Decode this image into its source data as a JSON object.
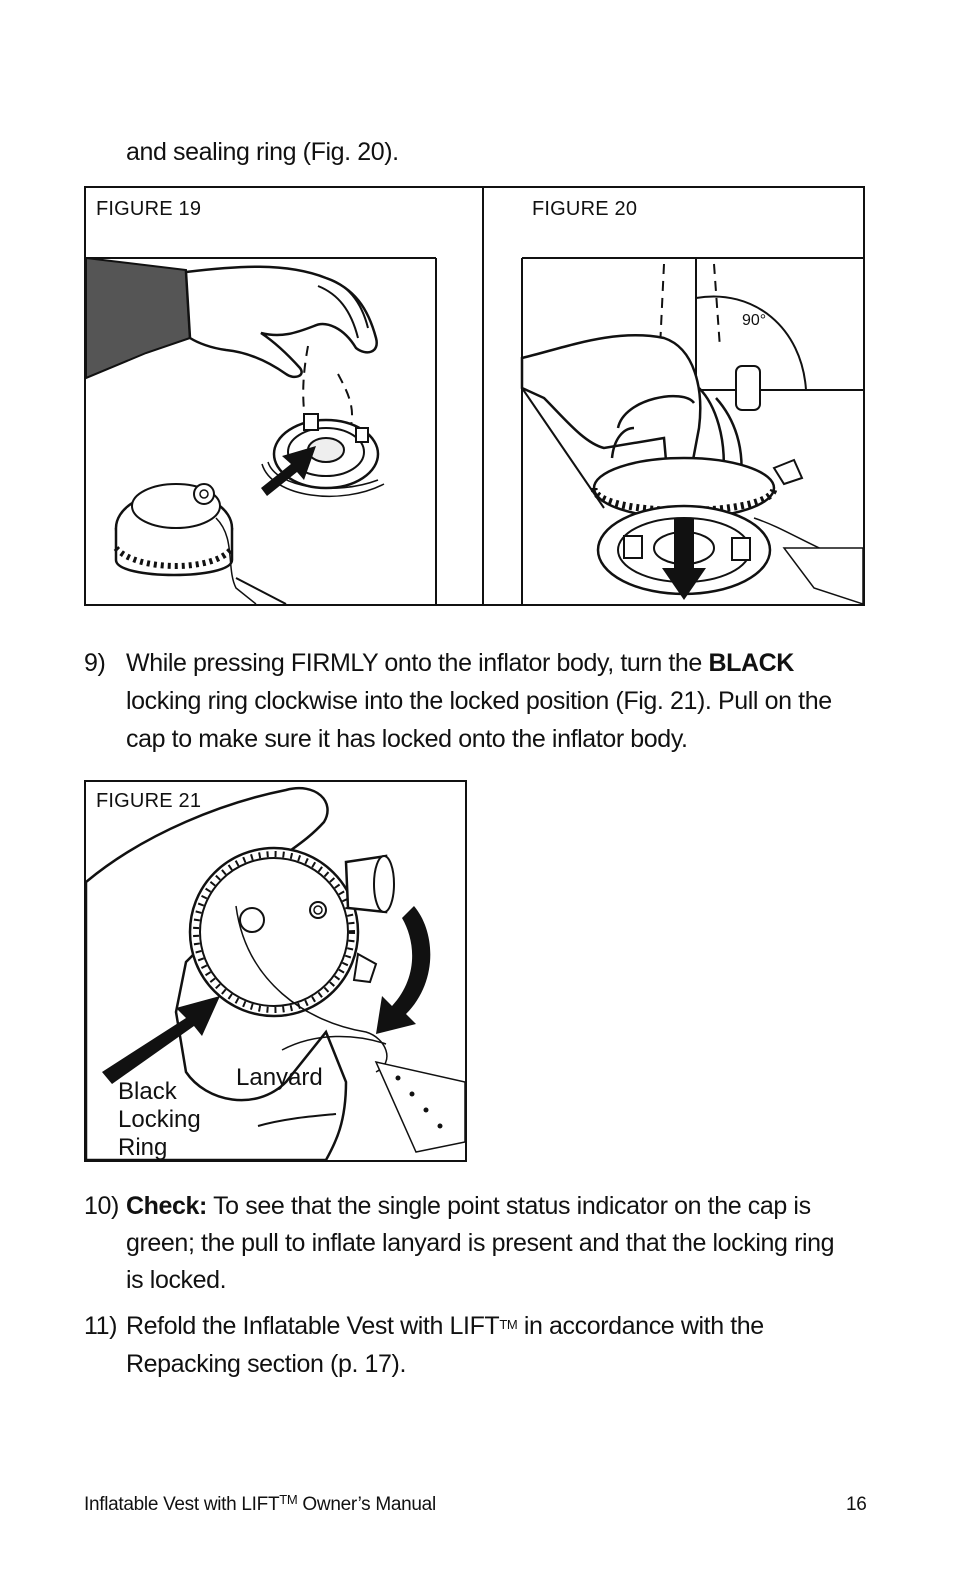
{
  "intro_text": "and sealing ring (Fig. 20).",
  "figures": {
    "fig19": {
      "label": "FIGURE 19"
    },
    "fig20": {
      "label": "FIGURE 20",
      "angle": "90°"
    },
    "fig21": {
      "label": "FIGURE 21",
      "callout_ring": [
        "Black",
        "Locking",
        "Ring"
      ],
      "callout_lanyard": "Lanyard"
    }
  },
  "step9": {
    "number": "9)",
    "line1_pre": "While pressing FIRMLY onto the inflator body, turn the ",
    "line1_bold": "BLACK",
    "line2": "locking ring clockwise into the locked position (Fig. 21). Pull on the",
    "line3": "cap to make sure it has locked onto the inflator body."
  },
  "step10": {
    "number": "10)",
    "bold": "Check:",
    "line1": " To see that the single point status indicator on the cap is",
    "line2": "green; the pull to inflate lanyard is present and that the locking ring",
    "line3": "is locked."
  },
  "step11": {
    "number": "11)",
    "line1_pre": "Refold the Inflatable Vest with LIFT",
    "tm": "TM",
    "line1_post": " in accordance with the",
    "line2": "Repacking section (p. 17)."
  },
  "footer": {
    "title_pre": "Inflatable Vest with LIFT",
    "tm": "TM",
    "title_post": " Owner’s Manual",
    "page_number": "16"
  }
}
